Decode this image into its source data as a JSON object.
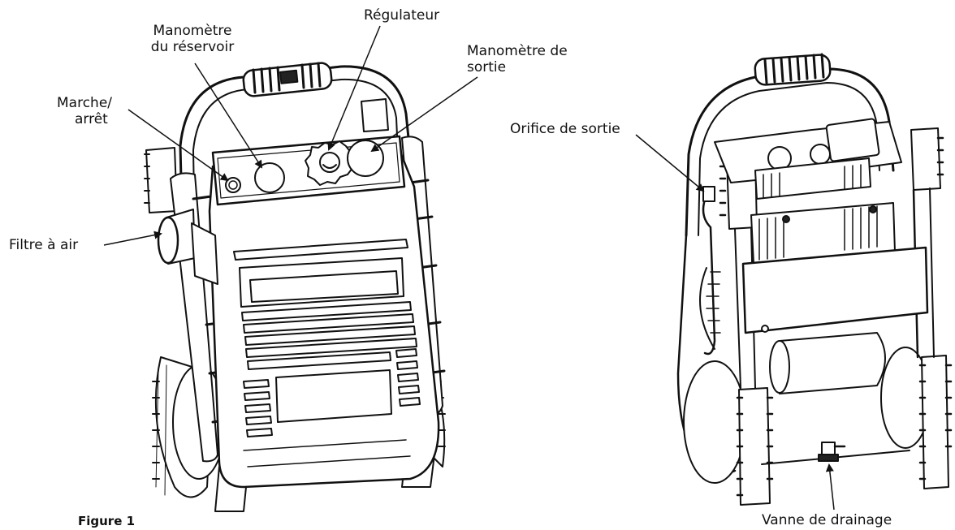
{
  "figure": {
    "caption": "Figure 1"
  },
  "labels": {
    "tank_gauge_line1": "Manomètre",
    "tank_gauge_line2": "du réservoir",
    "regulator": "Régulateur",
    "outlet_gauge_line1": "Manomètre de",
    "outlet_gauge_line2": "sortie",
    "on_off_line1": "Marche/",
    "on_off_line2": "arrêt",
    "air_filter": "Filtre à air",
    "outlet_port": "Orifice de sortie",
    "drain_valve": "Vanne de drainage"
  },
  "colors": {
    "line": "#111111",
    "fill": "#ffffff",
    "shade": "#e6e6e6",
    "dark": "#222222"
  },
  "icons": {
    "front_view": "air-compressor-front-illustration",
    "rear_view": "air-compressor-rear-illustration"
  }
}
